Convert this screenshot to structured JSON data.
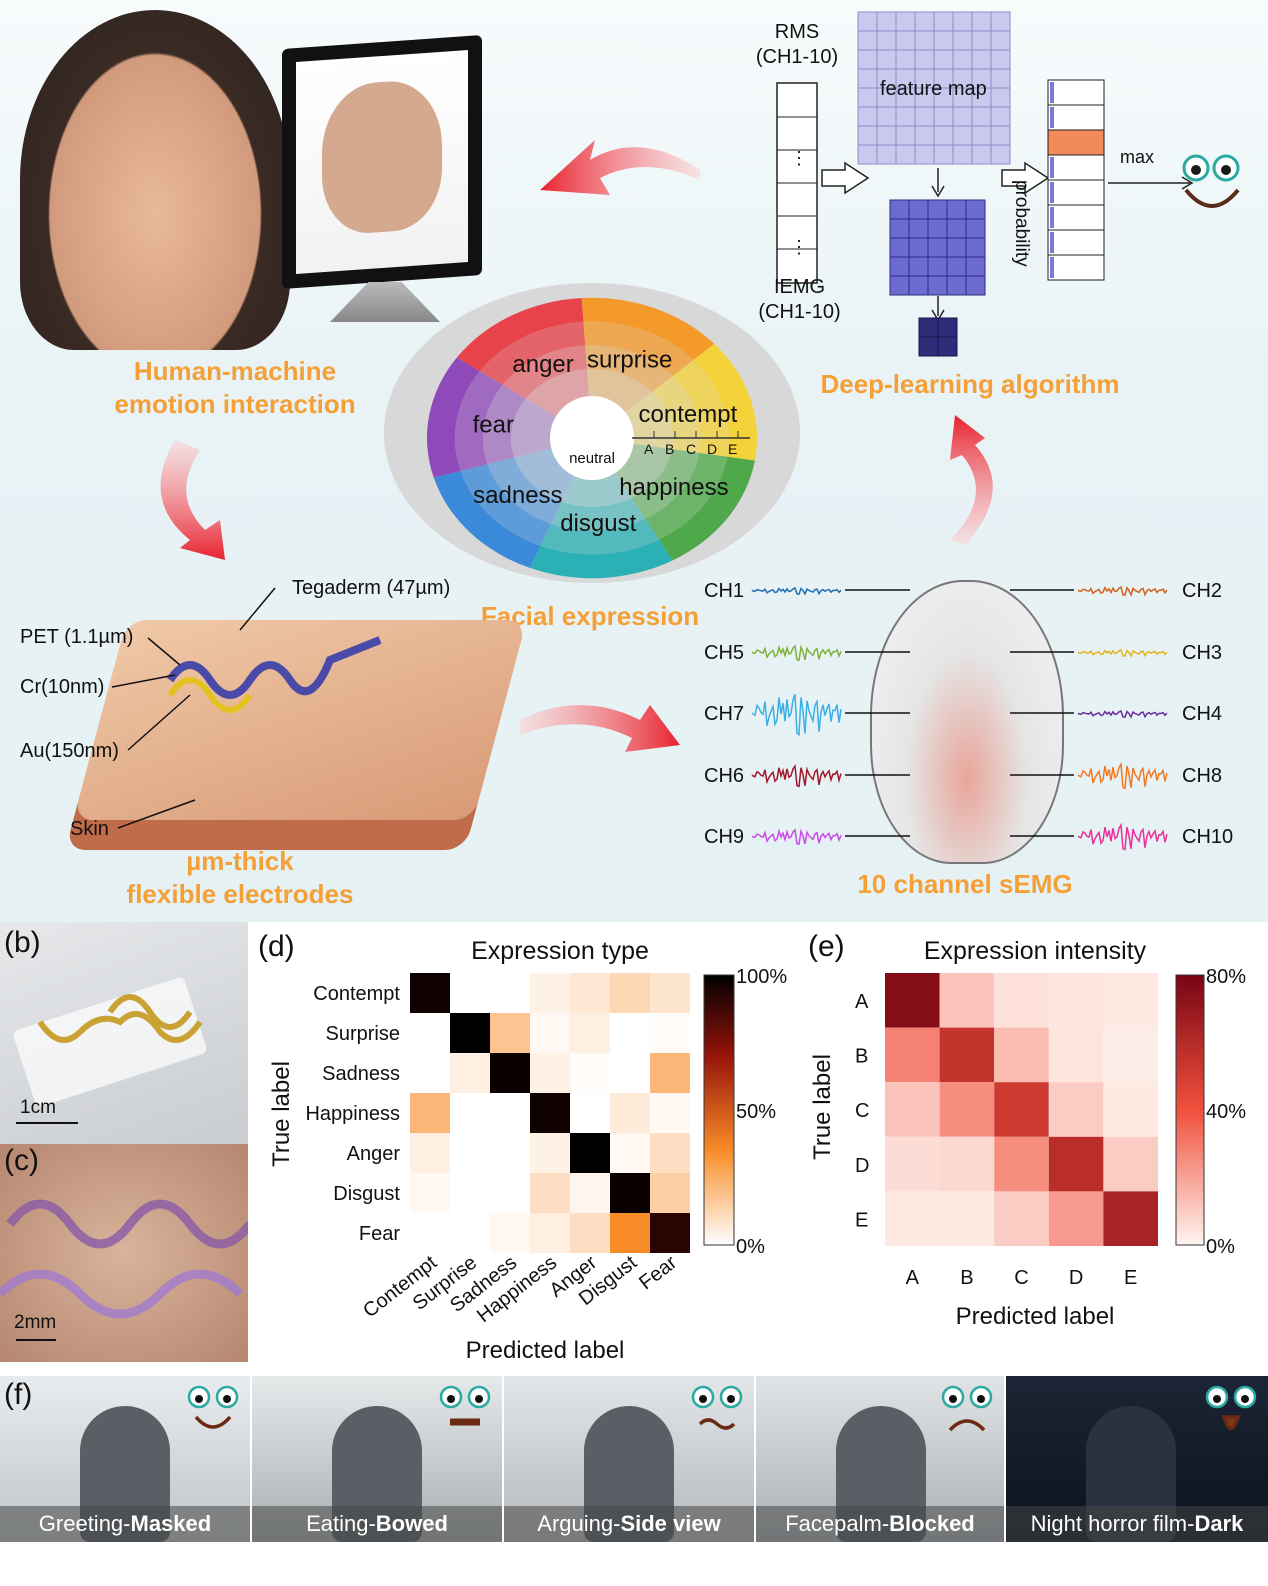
{
  "panel_labels": {
    "b": "(b)",
    "c": "(c)",
    "d": "(d)",
    "e": "(e)",
    "f": "(f)"
  },
  "overview": {
    "hmi_caption_1": "Human-machine",
    "hmi_caption_2": "emotion interaction",
    "dl_caption": "Deep-learning algorithm",
    "facial_caption": "Facial expression",
    "electrode_caption_1": "µm-thick",
    "electrode_caption_2": "flexible electrodes",
    "semg_caption": "10 channel sEMG"
  },
  "algorithm": {
    "rms_1": "RMS",
    "rms_2": "(CH1-10)",
    "iemg_1": "IEMG",
    "iemg_2": "(CH1-10)",
    "ellipsis": "⋮",
    "feature_map": "feature map",
    "probability": "probability",
    "max": "max"
  },
  "wheel": {
    "emotions": [
      "anger",
      "surprise",
      "contempt",
      "happiness",
      "disgust",
      "sadness",
      "fear"
    ],
    "center": "neutral",
    "intensity_ticks": [
      "A",
      "B",
      "C",
      "D",
      "E"
    ]
  },
  "layers": {
    "tegaderm": "Tegaderm (47µm)",
    "pet": "PET (1.1µm)",
    "cr": "Cr(10nm)",
    "au": "Au(150nm)",
    "skin": "Skin"
  },
  "channels": {
    "left": [
      "CH1",
      "CH5",
      "CH7",
      "CH6",
      "CH9"
    ],
    "right": [
      "CH2",
      "CH3",
      "CH4",
      "CH8",
      "CH10"
    ],
    "colors_left": [
      "#1f6fb5",
      "#7fb23a",
      "#3bb0e6",
      "#a0172b",
      "#c94be8"
    ],
    "colors_right": [
      "#d2601e",
      "#e3b51f",
      "#6a2ea0",
      "#f47a20",
      "#ec2f9a"
    ],
    "amplitudes_left": [
      0.15,
      0.35,
      1.0,
      0.5,
      0.35
    ],
    "amplitudes_right": [
      0.2,
      0.15,
      0.15,
      0.6,
      0.6
    ]
  },
  "scale_bars": {
    "b": "1cm",
    "c": "2mm"
  },
  "chart_data": [
    {
      "type": "heatmap",
      "title": "Expression type",
      "xlabel": "Predicted label",
      "ylabel": "True label",
      "categories": [
        "Contempt",
        "Surprise",
        "Sadness",
        "Happiness",
        "Anger",
        "Disgust",
        "Fear"
      ],
      "colorbar": [
        "100%",
        "50%",
        "0%"
      ],
      "colormap": "white-orange-black",
      "values": [
        [
          0.97,
          0.0,
          0.0,
          0.04,
          0.07,
          0.12,
          0.08
        ],
        [
          0.0,
          1.0,
          0.18,
          0.02,
          0.05,
          0.0,
          0.01
        ],
        [
          0.0,
          0.05,
          0.98,
          0.04,
          0.01,
          0.0,
          0.22
        ],
        [
          0.22,
          0.0,
          0.0,
          0.97,
          0.0,
          0.06,
          0.02
        ],
        [
          0.05,
          0.0,
          0.0,
          0.04,
          1.0,
          0.02,
          0.1
        ],
        [
          0.02,
          0.0,
          0.0,
          0.1,
          0.03,
          0.98,
          0.15
        ],
        [
          0.0,
          0.0,
          0.02,
          0.05,
          0.1,
          0.35,
          0.92
        ]
      ]
    },
    {
      "type": "heatmap",
      "title": "Expression intensity",
      "xlabel": "Predicted label",
      "ylabel": "True label",
      "categories": [
        "A",
        "B",
        "C",
        "D",
        "E"
      ],
      "colorbar": [
        "80%",
        "40%",
        "0%"
      ],
      "colormap": "white-red",
      "values": [
        [
          76,
          12,
          5,
          4,
          3
        ],
        [
          28,
          55,
          14,
          4,
          2
        ],
        [
          12,
          25,
          52,
          10,
          3
        ],
        [
          6,
          7,
          25,
          58,
          10
        ],
        [
          3,
          3,
          10,
          22,
          64
        ]
      ]
    }
  ],
  "scenes": [
    {
      "prefix": "Greeting-",
      "bold": "Masked"
    },
    {
      "prefix": "Eating-",
      "bold": "Bowed"
    },
    {
      "prefix": "Arguing-",
      "bold": "Side view"
    },
    {
      "prefix": "Facepalm-",
      "bold": "Blocked"
    },
    {
      "prefix": "Night horror film-",
      "bold": "Dark"
    }
  ]
}
